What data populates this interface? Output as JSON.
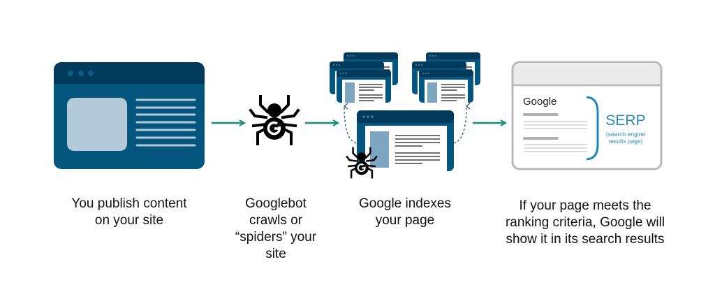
{
  "colors": {
    "dark_blue": "#023a5c",
    "blue": "#04567f",
    "light_blue": "#b3cad8",
    "mid_blue": "#7ea6c0",
    "teal_arrow": "#1b8a7e",
    "serp_blue": "#2a8bb8",
    "gray": "#b8b8b8"
  },
  "serp": {
    "logo": "Google",
    "title": "SERP",
    "subtitle_line1": "(search engine",
    "subtitle_line2": "results page)"
  },
  "steps": [
    {
      "lines": [
        "You publish content",
        "on your site"
      ]
    },
    {
      "lines": [
        "Googlebot",
        "crawls or",
        "“spiders” your",
        "site"
      ]
    },
    {
      "lines": [
        "Google indexes",
        "your page"
      ]
    },
    {
      "lines": [
        "If your page meets the",
        "ranking criteria, Google will",
        "show it in its search results"
      ]
    }
  ],
  "icons": [
    "browser-window-icon",
    "spider-icon",
    "indexed-pages-icon",
    "serp-window-icon",
    "arrow-right-icon"
  ]
}
